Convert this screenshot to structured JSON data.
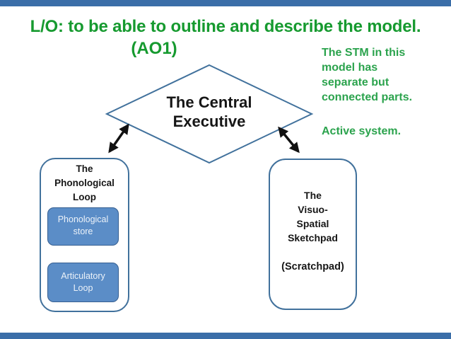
{
  "colors": {
    "title_green": "#169a2f",
    "note_green": "#2ba34d",
    "line_blue": "#41719c",
    "box_fill_blue": "#5b8dc7",
    "box_border_blue": "#365f91",
    "box_text": "#ecf2f9",
    "text_black": "#161616",
    "bar_blue": "#3b6ea8",
    "arrow_black": "#111111"
  },
  "title": {
    "line1": "L/O: to be able to outline and describe the model.",
    "line2": "(AO1)"
  },
  "note": {
    "lines": [
      "The STM in this",
      "model has",
      "separate but",
      "connected parts."
    ],
    "footer": "Active system."
  },
  "central_executive": {
    "lines": [
      "The Central",
      "Executive"
    ]
  },
  "phonological_loop": {
    "title_lines": [
      "The",
      "Phonological",
      "Loop"
    ],
    "store_lines": [
      "Phonological",
      "store"
    ],
    "articulatory_lines": [
      "Articulatory",
      "Loop"
    ]
  },
  "visuo_spatial": {
    "title_lines": [
      "The",
      "Visuo-",
      "Spatial",
      "Sketchpad"
    ],
    "subtitle": "(Scratchpad)"
  }
}
